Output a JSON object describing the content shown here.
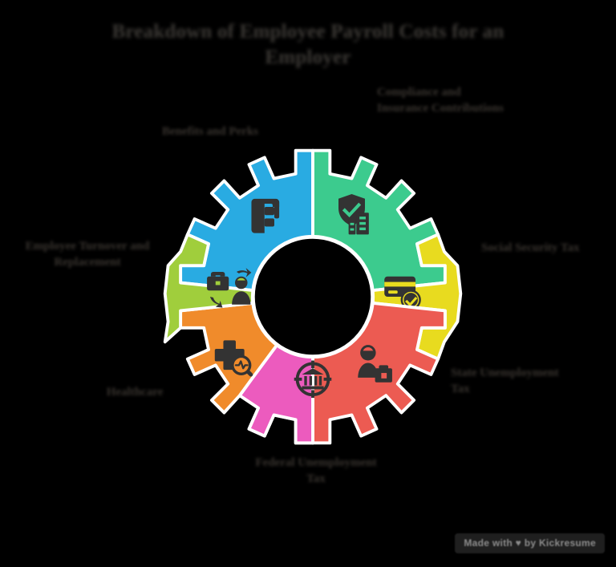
{
  "page": {
    "background_color": "#000000",
    "title": "Breakdown of Employee Payroll Costs for an Employer"
  },
  "watermark": {
    "text": "Made with ♥ by Kickresume"
  },
  "wheel": {
    "center_color": "#000000",
    "outline_color": "#ffffff",
    "segment_count": 7,
    "segments": [
      {
        "id": "benefits",
        "label": "Benefits and Perks",
        "color": "#29ABE2",
        "icon": "payroll-document-icon",
        "label_position": "top-left"
      },
      {
        "id": "compliance",
        "label": "Compliance and Insurance Contributions",
        "color": "#3CCB8E",
        "icon": "shield-check-building-icon",
        "label_position": "top-right"
      },
      {
        "id": "social-security",
        "label": "Social Security Tax",
        "color": "#E8DB1F",
        "icon": "credit-card-check-icon",
        "label_position": "right"
      },
      {
        "id": "state-unemployment",
        "label": "State Unemployment Tax",
        "color": "#EC5B52",
        "icon": "employee-benefits-icon",
        "label_position": "bottom-right"
      },
      {
        "id": "federal-unemployment",
        "label": "Federal Unemployment Tax",
        "color": "#EC5BBE",
        "icon": "government-target-icon",
        "label_position": "bottom"
      },
      {
        "id": "healthcare",
        "label": "Healthcare",
        "color": "#F08B2B",
        "icon": "medical-cross-search-icon",
        "label_position": "bottom-left"
      },
      {
        "id": "turnover",
        "label": "Employee Turnover and Replacement",
        "color": "#A0CE3C",
        "icon": "briefcase-turnover-icon",
        "label_position": "left"
      }
    ]
  },
  "chart_data": {
    "type": "pie",
    "title": "Breakdown of Employee Payroll Costs for an Employer",
    "categories": [
      "Benefits and Perks",
      "Compliance and Insurance Contributions",
      "Social Security Tax",
      "State Unemployment Tax",
      "Federal Unemployment Tax",
      "Healthcare",
      "Employee Turnover and Replacement"
    ],
    "values": [
      1,
      1,
      1,
      1,
      1,
      1,
      1
    ],
    "colors": [
      "#29ABE2",
      "#3CCB8E",
      "#E8DB1F",
      "#EC5B52",
      "#EC5BBE",
      "#F08B2B",
      "#A0CE3C"
    ],
    "legend": "around-segments",
    "grid": false,
    "notes": "Equal-sized cog/gear donut with seven segments; each segment carries an icon and an outer text label."
  }
}
